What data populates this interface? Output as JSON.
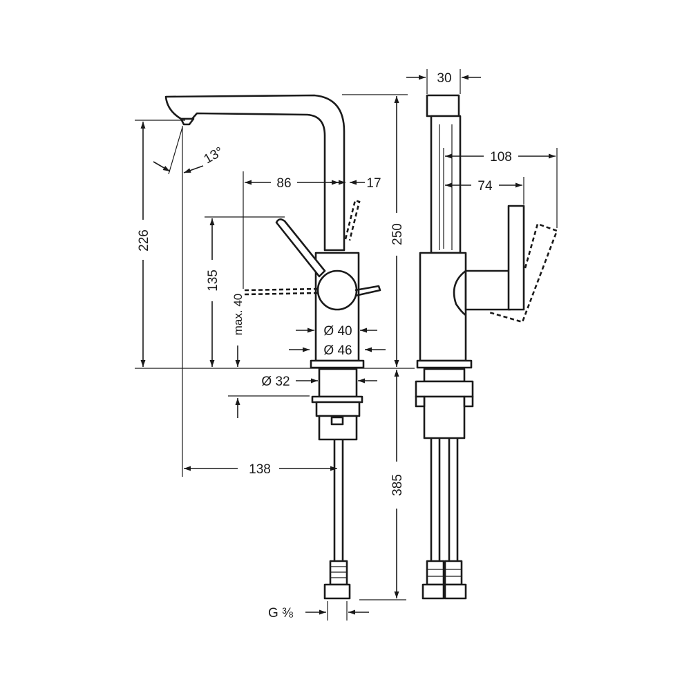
{
  "dimensions": {
    "spout_height": "226",
    "total_height": "250",
    "handle_height": "135",
    "max_thickness": "max. 40",
    "handle_reach": "86",
    "lever_offset": "17",
    "spout_reach": "138",
    "hose_length": "385",
    "angle": "13°",
    "base_d40": "Ø 40",
    "base_d46": "Ø 46",
    "shank_d32": "Ø 32",
    "connection": "G ⅜",
    "side_width": "30",
    "side_depth_total": "108",
    "side_depth_lever": "74"
  }
}
